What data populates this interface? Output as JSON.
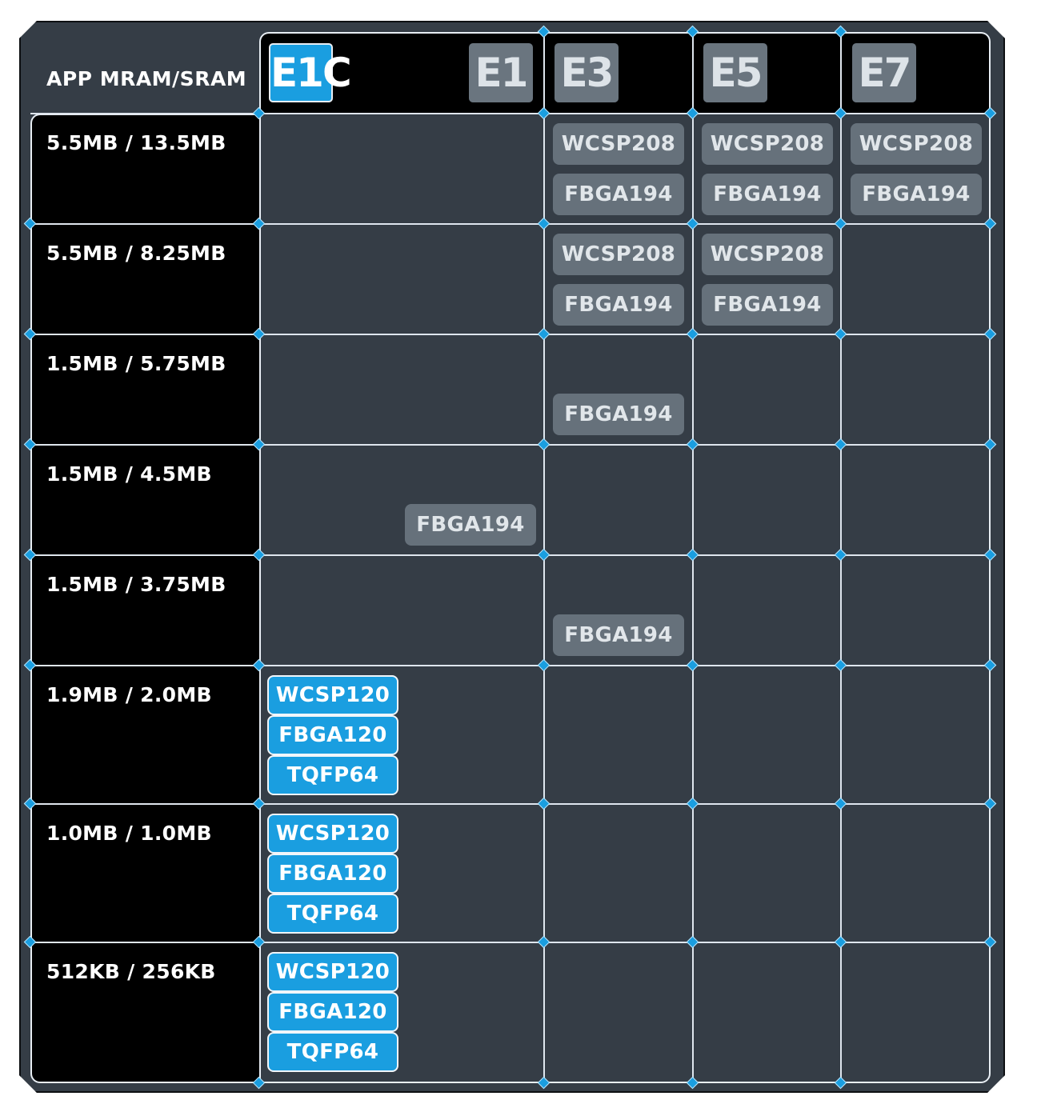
{
  "corner_title": "APP MRAM/SRAM",
  "series": [
    {
      "label": "E1C",
      "style": "blue",
      "color": "#1a9ee0"
    },
    {
      "label": "E1",
      "style": "grey"
    },
    {
      "label": "E3",
      "style": "grey"
    },
    {
      "label": "E5",
      "style": "grey"
    },
    {
      "label": "E7",
      "style": "grey"
    }
  ],
  "rows": [
    {
      "label": "5.5MB / 13.5MB",
      "cells": {
        "E3": [
          "WCSP208",
          "FBGA194"
        ],
        "E5": [
          "WCSP208",
          "FBGA194"
        ],
        "E7": [
          "WCSP208",
          "FBGA194"
        ]
      }
    },
    {
      "label": "5.5MB / 8.25MB",
      "cells": {
        "E3": [
          "WCSP208",
          "FBGA194"
        ],
        "E5": [
          "WCSP208",
          "FBGA194"
        ]
      }
    },
    {
      "label": "1.5MB / 5.75MB",
      "cells": {
        "E3": [
          "FBGA194"
        ]
      }
    },
    {
      "label": "1.5MB / 4.5MB",
      "cells": {
        "E1": [
          "FBGA194"
        ]
      }
    },
    {
      "label": "1.5MB / 3.75MB",
      "cells": {
        "E3": [
          "FBGA194"
        ]
      }
    },
    {
      "label": "1.9MB / 2.0MB",
      "cells": {
        "E1C": [
          "WCSP120",
          "FBGA120",
          "TQFP64"
        ]
      }
    },
    {
      "label": "1.0MB / 1.0MB",
      "cells": {
        "E1C": [
          "WCSP120",
          "FBGA120",
          "TQFP64"
        ]
      }
    },
    {
      "label": "512KB / 256KB",
      "cells": {
        "E1C": [
          "WCSP120",
          "FBGA120",
          "TQFP64"
        ]
      }
    }
  ],
  "colors": {
    "background": "#353d46",
    "accent_blue": "#1a9ee0",
    "badge_grey": "#66717b",
    "label_black": "#000000"
  }
}
